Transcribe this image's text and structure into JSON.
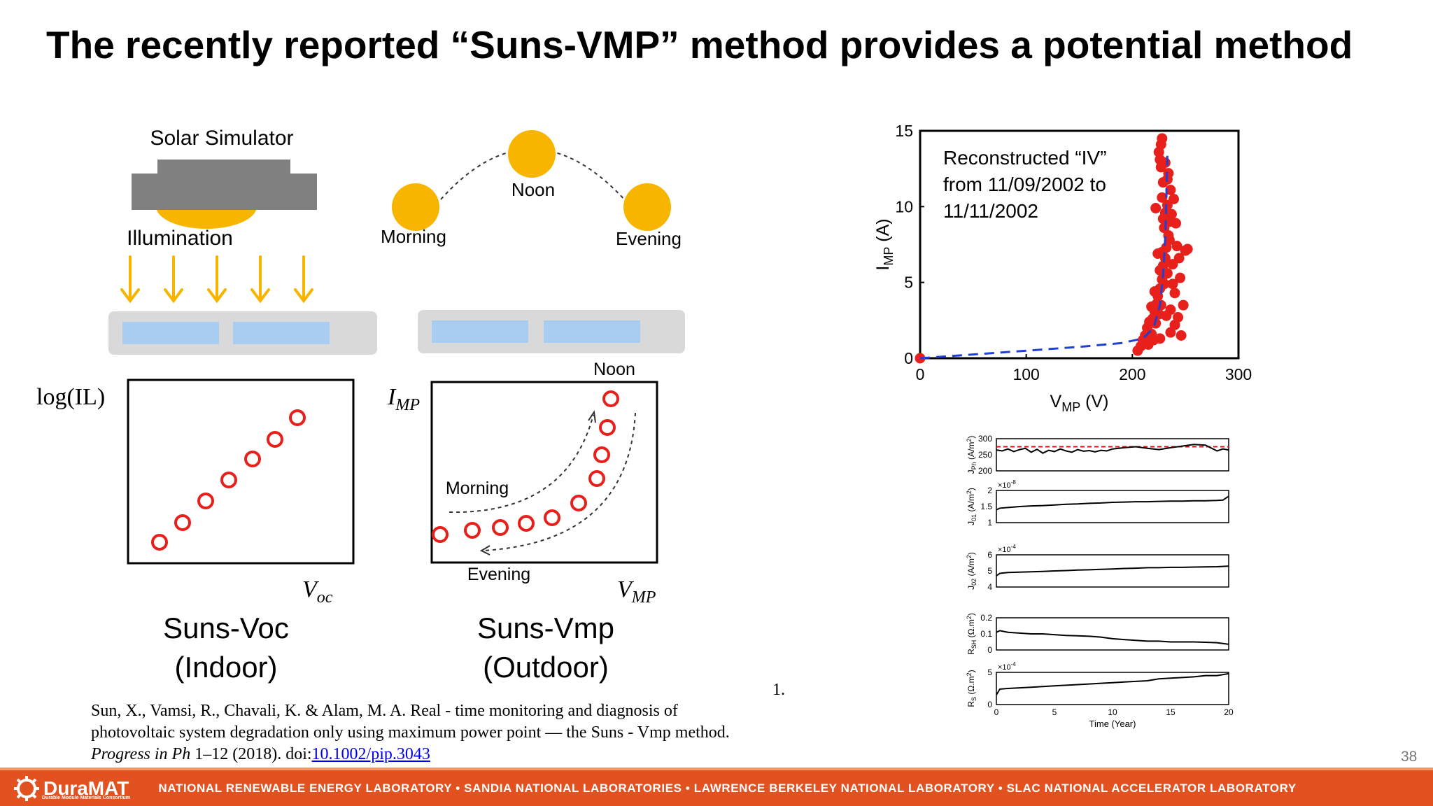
{
  "title": "The recently reported “Suns-VMP” method provides a potential method",
  "diagram": {
    "solar_simulator": "Solar Simulator",
    "illumination": "Illumination",
    "sun_noon": "Noon",
    "sun_morning": "Morning",
    "sun_evening": "Evening",
    "left_ylabel": "log(IL)",
    "left_xlabel_main": "V",
    "left_xlabel_sub": "oc",
    "right_ylabel_main": "I",
    "right_ylabel_sub": "MP",
    "right_xlabel_main": "V",
    "right_xlabel_sub": "MP",
    "plot_noon": "Noon",
    "plot_morning": "Morning",
    "plot_evening": "Evening",
    "left_caption_1": "Suns-Voc",
    "left_caption_2": "(Indoor)",
    "right_caption_1": "Suns-Vmp",
    "right_caption_2": "(Outdoor)"
  },
  "reference": {
    "number": "1.",
    "line1": "Sun, X., Vamsi, R., Chavali, K. & Alam, M. A. Real - time monitoring and diagnosis of",
    "line2": "photovoltaic system degradation only using maximum power point — the Suns - Vmp method.",
    "journal": "Progress in Ph",
    "pages": " 1–12 (2018). doi:",
    "doi": "10.1002/pip.3043"
  },
  "page_number": "38",
  "footer": {
    "logo": "DuraMAT",
    "logo_sub": "Durable Module Materials Consortium",
    "labs": "NATIONAL RENEWABLE ENERGY LABORATORY  •  SANDIA NATIONAL LABORATORIES  •  LAWRENCE BERKELEY NATIONAL LABORATORY  •  SLAC NATIONAL ACCELERATOR LABORATORY"
  },
  "colors": {
    "sun": "#f7b500",
    "arrow_fill": "#6fa8dc",
    "marker_red": "#e8201c",
    "fit_blue": "#1f3fd6",
    "footer_orange": "#e15220"
  },
  "chart_data": [
    {
      "type": "scatter",
      "title": "",
      "annotation": [
        "Reconstructed “IV”",
        "from 11/09/2002 to",
        "11/11/2002"
      ],
      "xlabel_main": "V",
      "xlabel_sub": "MP",
      "xlabel_unit": " (V)",
      "ylabel_main": "I",
      "ylabel_sub": "MP",
      "ylabel_unit": " (A)",
      "xlim": [
        0,
        300
      ],
      "ylim": [
        0,
        15
      ],
      "xticks": [
        0,
        100,
        200,
        300
      ],
      "yticks": [
        0,
        5,
        10,
        15
      ],
      "points": [
        [
          0,
          0
        ],
        [
          205,
          0.5
        ],
        [
          208,
          0.8
        ],
        [
          210,
          1.2
        ],
        [
          212,
          1.5
        ],
        [
          215,
          0.9
        ],
        [
          214,
          2.0
        ],
        [
          218,
          1.6
        ],
        [
          219,
          2.6
        ],
        [
          220,
          1.2
        ],
        [
          221,
          3.1
        ],
        [
          222,
          2.3
        ],
        [
          223,
          3.6
        ],
        [
          225,
          2.9
        ],
        [
          224,
          4.1
        ],
        [
          226,
          4.6
        ],
        [
          227,
          3.5
        ],
        [
          228,
          5.2
        ],
        [
          226,
          5.8
        ],
        [
          229,
          6.1
        ],
        [
          230,
          4.9
        ],
        [
          231,
          6.6
        ],
        [
          228,
          7.0
        ],
        [
          232,
          7.3
        ],
        [
          233,
          5.6
        ],
        [
          234,
          8.1
        ],
        [
          230,
          8.6
        ],
        [
          235,
          9.0
        ],
        [
          231,
          9.6
        ],
        [
          233,
          10.1
        ],
        [
          228,
          10.6
        ],
        [
          236,
          11.1
        ],
        [
          229,
          11.6
        ],
        [
          234,
          12.2
        ],
        [
          227,
          12.6
        ],
        [
          226,
          13.1
        ],
        [
          225,
          13.6
        ],
        [
          227,
          14.1
        ],
        [
          228,
          14.5
        ],
        [
          236,
          3.2
        ],
        [
          240,
          4.3
        ],
        [
          238,
          6.2
        ],
        [
          242,
          7.4
        ],
        [
          245,
          5.3
        ],
        [
          248,
          3.5
        ],
        [
          250,
          7.1
        ],
        [
          252,
          7.2
        ],
        [
          237,
          9.5
        ],
        [
          239,
          10.5
        ],
        [
          241,
          8.9
        ],
        [
          244,
          6.6
        ],
        [
          232,
          2.8
        ],
        [
          236,
          1.7
        ],
        [
          240,
          2.2
        ],
        [
          246,
          1.5
        ],
        [
          218,
          3.4
        ],
        [
          221,
          4.4
        ],
        [
          224,
          6.9
        ],
        [
          229,
          9.2
        ],
        [
          233,
          11.8
        ],
        [
          222,
          9.9
        ],
        [
          238,
          4.9
        ],
        [
          243,
          2.7
        ],
        [
          216,
          2.4
        ],
        [
          226,
          1.3
        ],
        [
          231,
          12.9
        ],
        [
          235,
          7.8
        ]
      ],
      "fit": [
        [
          0,
          0
        ],
        [
          50,
          0.25
        ],
        [
          100,
          0.5
        ],
        [
          150,
          0.75
        ],
        [
          190,
          1.0
        ],
        [
          210,
          1.3
        ],
        [
          220,
          2.0
        ],
        [
          226,
          3.5
        ],
        [
          229,
          5.5
        ],
        [
          231,
          8
        ],
        [
          232,
          10.5
        ],
        [
          233,
          13.5
        ]
      ]
    },
    {
      "type": "line",
      "title": "",
      "xlabel": "Time (Year)",
      "xlim": [
        0,
        20
      ],
      "xticks": [
        0,
        5,
        10,
        15,
        20
      ],
      "panels": [
        {
          "ylabel": "J_Ph (A/m²)",
          "ylabel_main": "J",
          "ylabel_sub": "Ph",
          "ylabel_unit": " (A/m",
          "ylabel_sup": "2",
          "ylabel_end": ")",
          "ylim": [
            200,
            300
          ],
          "yticks": [
            200,
            250,
            300
          ],
          "exponent": "",
          "reference_line": 275,
          "x": [
            0,
            0.5,
            1,
            1.5,
            2,
            2.5,
            3,
            3.5,
            4,
            4.5,
            5,
            5.5,
            6,
            6.5,
            7,
            7.5,
            8,
            8.5,
            9,
            9.5,
            10,
            11,
            12,
            13,
            14,
            15,
            16,
            17,
            18,
            19,
            19.5,
            20
          ],
          "y": [
            265,
            262,
            268,
            260,
            266,
            270,
            258,
            267,
            255,
            264,
            260,
            268,
            262,
            258,
            266,
            261,
            263,
            259,
            264,
            262,
            268,
            272,
            275,
            270,
            266,
            272,
            277,
            282,
            280,
            262,
            268,
            265
          ]
        },
        {
          "ylabel": "J_01 (A/m²)",
          "ylabel_main": "J",
          "ylabel_sub": "01",
          "ylabel_unit": " (A/m",
          "ylabel_sup": "2",
          "ylabel_end": ")",
          "ylim": [
            1,
            2
          ],
          "yticks": [
            1,
            1.5,
            2
          ],
          "exponent": "10^-8",
          "exp_base": "×10",
          "exp_power": "-8",
          "x": [
            0,
            0.3,
            1,
            2,
            3,
            4,
            5,
            6,
            7,
            8,
            9,
            10,
            11,
            12,
            13,
            14,
            15,
            16,
            17,
            18,
            19,
            19.5,
            20
          ],
          "y": [
            1.4,
            1.45,
            1.47,
            1.5,
            1.52,
            1.53,
            1.55,
            1.57,
            1.58,
            1.6,
            1.61,
            1.63,
            1.64,
            1.65,
            1.65,
            1.66,
            1.67,
            1.67,
            1.68,
            1.68,
            1.69,
            1.7,
            1.82
          ]
        },
        {
          "ylabel": "J_02 (A/m²)",
          "ylabel_main": "J",
          "ylabel_sub": "02",
          "ylabel_unit": " (A/m",
          "ylabel_sup": "2",
          "ylabel_end": ")",
          "ylim": [
            4,
            6
          ],
          "yticks": [
            4,
            5,
            6
          ],
          "exponent": "10^-4",
          "exp_base": "×10",
          "exp_power": "-4",
          "x": [
            0,
            0.3,
            1,
            2,
            3,
            4,
            5,
            6,
            7,
            8,
            9,
            10,
            11,
            12,
            13,
            14,
            15,
            16,
            17,
            18,
            19,
            20
          ],
          "y": [
            4.7,
            4.85,
            4.9,
            4.92,
            4.95,
            4.97,
            5.0,
            5.02,
            5.05,
            5.07,
            5.1,
            5.12,
            5.15,
            5.17,
            5.2,
            5.2,
            5.22,
            5.22,
            5.24,
            5.25,
            5.26,
            5.3
          ]
        },
        {
          "ylabel": "R_SH (Ω.m²)",
          "ylabel_main": "R",
          "ylabel_sub": "SH",
          "ylabel_unit": " (Ω.m",
          "ylabel_sup": "2",
          "ylabel_end": ")",
          "ylim": [
            0,
            0.2
          ],
          "yticks": [
            0,
            0.1,
            0.2
          ],
          "exponent": "",
          "x": [
            0,
            0.3,
            1,
            2,
            3,
            4,
            5,
            6,
            7,
            8,
            9,
            10,
            11,
            12,
            13,
            14,
            15,
            16,
            17,
            18,
            19,
            20
          ],
          "y": [
            0.11,
            0.12,
            0.11,
            0.105,
            0.1,
            0.1,
            0.095,
            0.09,
            0.088,
            0.085,
            0.08,
            0.07,
            0.065,
            0.06,
            0.055,
            0.055,
            0.05,
            0.05,
            0.05,
            0.048,
            0.045,
            0.035
          ]
        },
        {
          "ylabel": "R_S (Ω.m²)",
          "ylabel_main": "R",
          "ylabel_sub": "S",
          "ylabel_unit": " (Ω.m",
          "ylabel_sup": "2",
          "ylabel_end": ")",
          "ylim": [
            0,
            5
          ],
          "yticks": [
            0,
            5
          ],
          "exponent": "10^-4",
          "exp_base": "×10",
          "exp_power": "-4",
          "x": [
            0,
            0.3,
            1,
            2,
            3,
            4,
            5,
            6,
            7,
            8,
            9,
            10,
            11,
            12,
            13,
            14,
            15,
            16,
            17,
            18,
            19,
            20
          ],
          "y": [
            1.5,
            2.4,
            2.5,
            2.6,
            2.7,
            2.8,
            2.9,
            3.0,
            3.1,
            3.2,
            3.3,
            3.4,
            3.5,
            3.6,
            3.7,
            4.0,
            4.1,
            4.2,
            4.3,
            4.5,
            4.5,
            4.8
          ]
        }
      ]
    }
  ]
}
